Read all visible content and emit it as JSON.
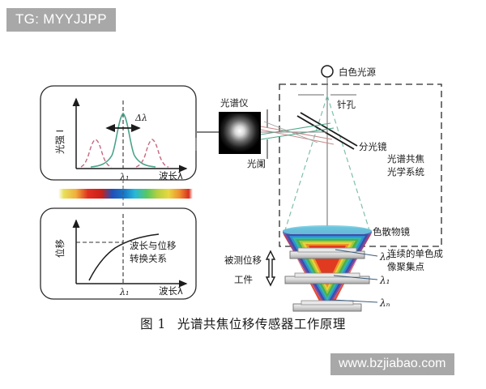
{
  "overlay": {
    "tag_label": "TG: MYYJJPP",
    "watermark": "www.bzjiabao.com"
  },
  "caption": {
    "number": "图 1",
    "text": "光谱共焦位移传感器工作原理"
  },
  "charts": {
    "intensity_plot": {
      "y_axis_label": "光强 I",
      "x_axis_label": "波长λ",
      "peak_marker": "λ₁",
      "width_annotation": "Δλ"
    },
    "conversion_plot": {
      "y_axis_label": "位移",
      "x_axis_label": "波长λ",
      "marker": "λ₁",
      "note_line1": "波长与位移",
      "note_line2": "转换关系"
    }
  },
  "optics": {
    "spectrometer_label": "光谱仪",
    "aperture_label": "光阑",
    "light_source_label": "白色光源",
    "pinhole_label": "针孔",
    "beam_splitter_label": "分光镜",
    "system_label_line1": "光谱共焦",
    "system_label_line2": "光学系统",
    "dispersive_lens_label": "色散物镜",
    "focus_note_line1": "连续的单色成",
    "focus_note_line2": "像聚集点",
    "workpiece_label_line1": "被测位移",
    "workpiece_label_line2": "工件",
    "lambda_top": "λ₀",
    "lambda_mid": "λ₁",
    "lambda_bottom": "λₙ"
  },
  "colors": {
    "spectrum_bar": [
      "#e8e05a",
      "#f0a93c",
      "#e03020",
      "#cc2018",
      "#2050b8",
      "#1878c8",
      "#28b8d8",
      "#58c860",
      "#b8d040",
      "#e8d840",
      "#f09030",
      "#d83020"
    ],
    "cone_bands": [
      "#7a3f9d",
      "#3a4fa8",
      "#2f8fd0",
      "#36b7a8",
      "#4cae4c",
      "#9fc93c",
      "#e8d23a",
      "#f0902a",
      "#e03a20"
    ],
    "ray_green": "#4fa88a",
    "ray_pink": "#c98b8b",
    "dashed_green": "#7fbfae",
    "axis": "#1c1c1c",
    "curve_teal": "#49a38b",
    "curve_pink": "#c4687e",
    "box_border": "#2a2a2a",
    "plate_gray": "#c8c8c8"
  }
}
